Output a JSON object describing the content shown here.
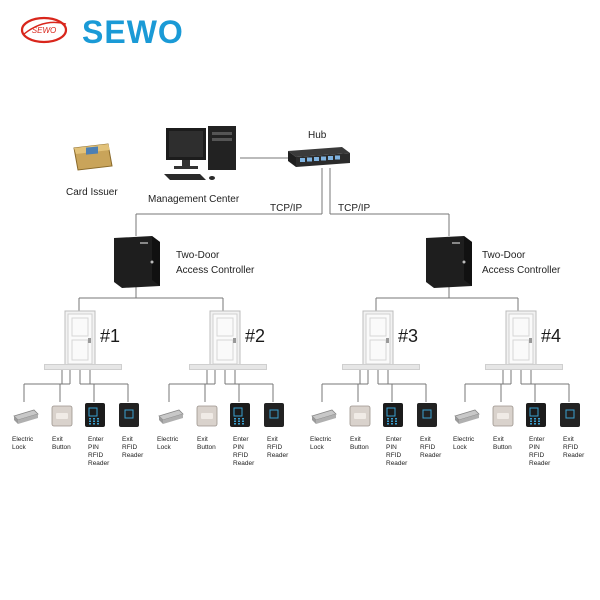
{
  "logo": {
    "brand": "SEWO",
    "mark": "SEWO",
    "accent": "#1a9ad6",
    "mark_color": "#d9261c"
  },
  "nodes": {
    "hub": "Hub",
    "card_issuer": "Card Issuer",
    "management_center": "Management Center",
    "link_left": "TCP/IP",
    "link_right": "TCP/IP"
  },
  "controllers": [
    {
      "line1": "Two-Door",
      "line2": "Access Controller"
    },
    {
      "line1": "Two-Door",
      "line2": "Access Controller"
    }
  ],
  "doors": [
    {
      "label": "#1"
    },
    {
      "label": "#2"
    },
    {
      "label": "#3"
    },
    {
      "label": "#4"
    }
  ],
  "device_labels": {
    "electric_lock": "Electric Lock",
    "exit_button": "Exit Button",
    "enter_reader": "Enter PIN RFID Reader",
    "exit_reader": "Exit RFID Reader"
  },
  "icons": [
    "computer-icon",
    "card-issuer-icon",
    "hub-icon",
    "controller-icon",
    "door-icon",
    "electric-lock-icon",
    "exit-button-icon",
    "pin-reader-icon",
    "rfid-reader-icon"
  ]
}
